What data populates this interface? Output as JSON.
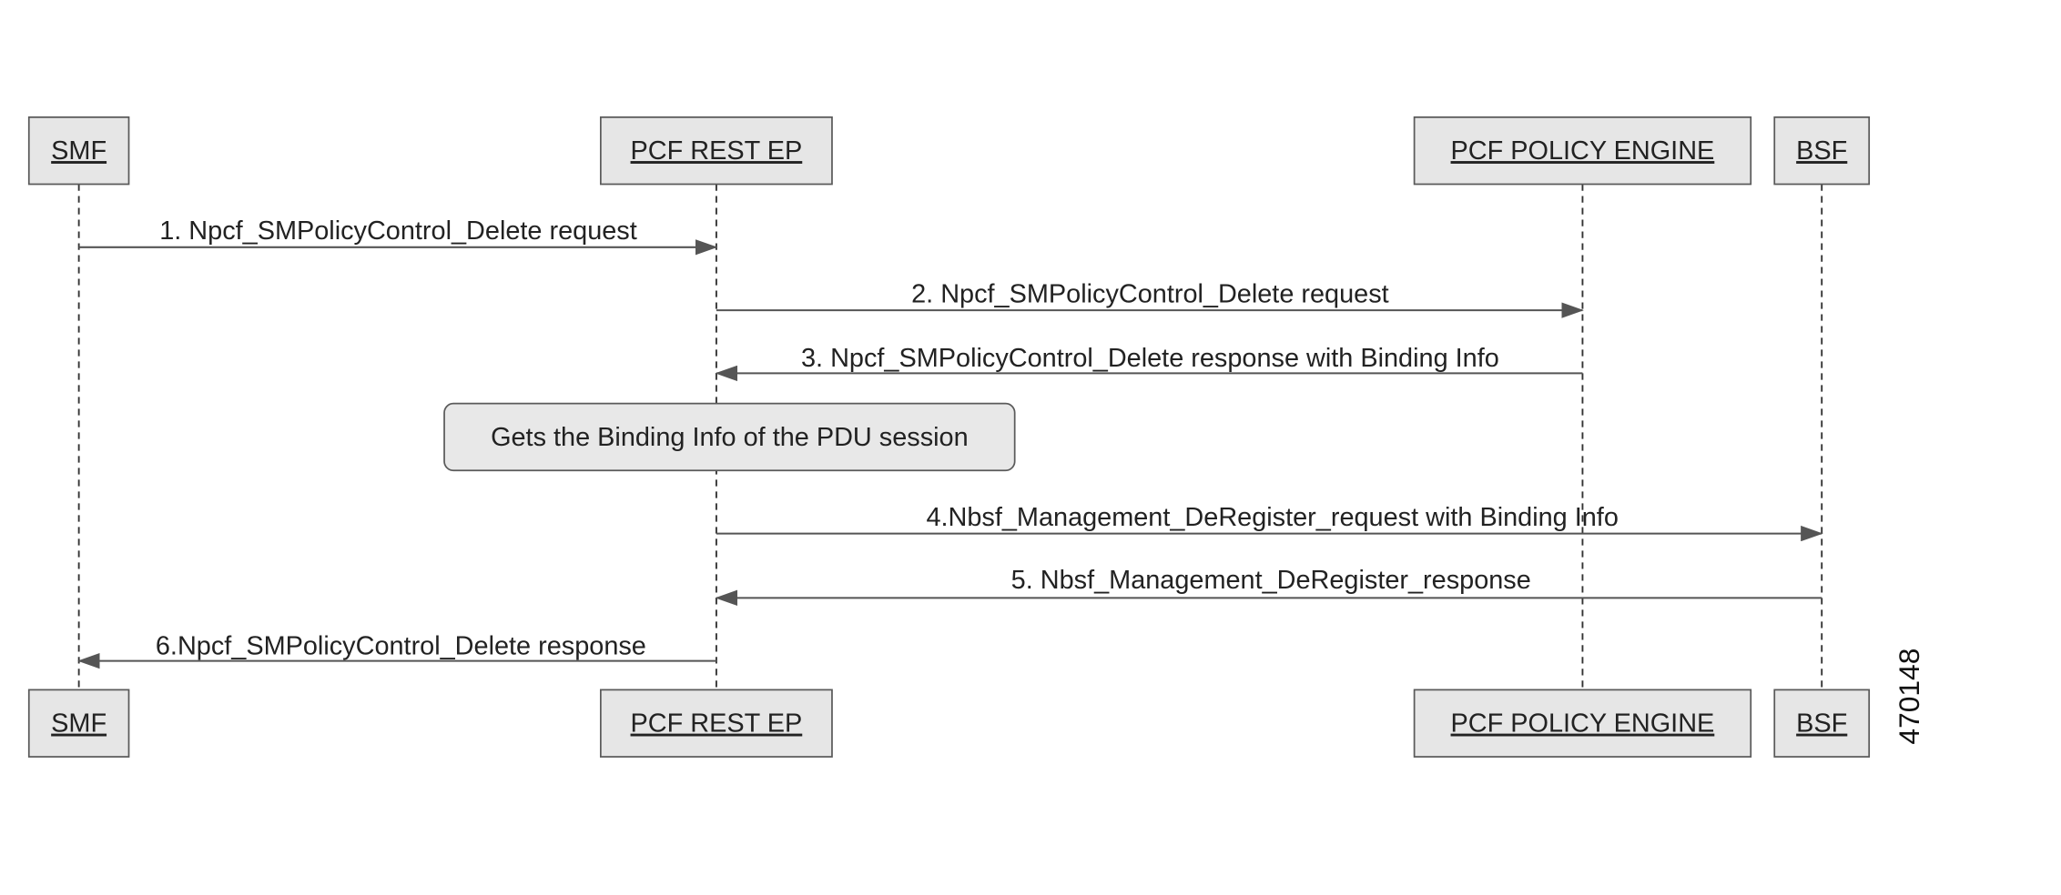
{
  "participants": [
    {
      "id": "smf",
      "label": "SMF"
    },
    {
      "id": "pcf_rest_ep",
      "label": "PCF REST EP"
    },
    {
      "id": "pcf_policy_engine",
      "label": "PCF POLICY ENGINE"
    },
    {
      "id": "bsf",
      "label": "BSF"
    }
  ],
  "messages": [
    {
      "from": "smf",
      "to": "pcf_rest_ep",
      "label": "1. Npcf_SMPolicyControl_Delete request"
    },
    {
      "from": "pcf_rest_ep",
      "to": "pcf_policy_engine",
      "label": "2. Npcf_SMPolicyControl_Delete request"
    },
    {
      "from": "pcf_policy_engine",
      "to": "pcf_rest_ep",
      "label": "3. Npcf_SMPolicyControl_Delete response with Binding Info"
    },
    {
      "from": "pcf_rest_ep",
      "to": "bsf",
      "label": "4.Nbsf_Management_DeRegister_request with Binding Info"
    },
    {
      "from": "bsf",
      "to": "pcf_rest_ep",
      "label": "5. Nbsf_Management_DeRegister_response"
    },
    {
      "from": "pcf_rest_ep",
      "to": "smf",
      "label": "6.Npcf_SMPolicyControl_Delete response"
    }
  ],
  "note": {
    "on": "pcf_rest_ep",
    "label": "Gets the Binding Info of the PDU session"
  },
  "figure_id": "470148"
}
